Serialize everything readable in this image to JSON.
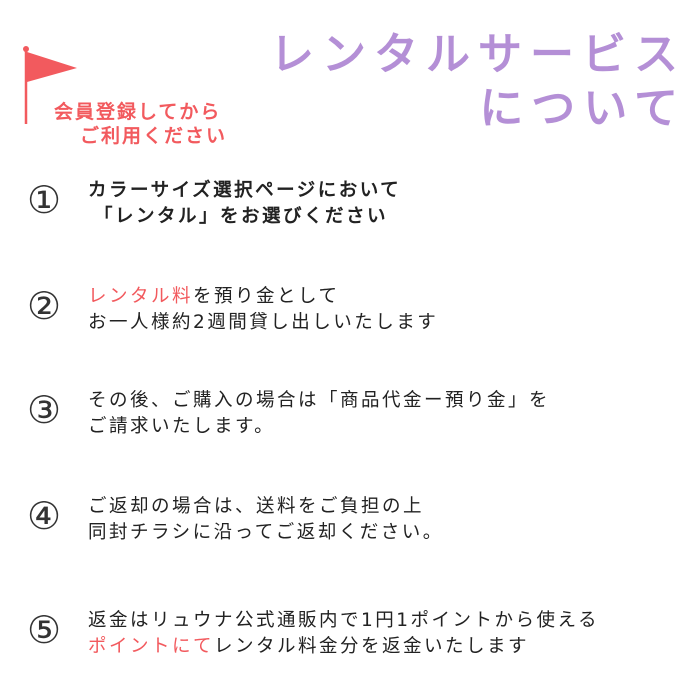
{
  "colors": {
    "title": "#b48fd6",
    "accent": "#f25a5e",
    "text": "#222222",
    "flag": "#f25a5e"
  },
  "header": {
    "flag_icon": "flag-icon",
    "notice_line1": "会員登録してから",
    "notice_line2": "ご利用ください",
    "title_line1": "レンタルサービス",
    "title_line2": "について"
  },
  "steps": [
    {
      "number": "①",
      "line1": "カラーサイズ選択ページにおいて",
      "line2": "「レンタル」をお選びください"
    },
    {
      "number": "②",
      "line1_highlight": "レンタル料",
      "line1_rest": "を預り金として",
      "line2": "お一人様約2週間貸し出しいたします"
    },
    {
      "number": "③",
      "line1": "その後、ご購入の場合は「商品代金ー預り金」を",
      "line2": "ご請求いたします。"
    },
    {
      "number": "④",
      "line1": "ご返却の場合は、送料をご負担の上",
      "line2": "同封チラシに沿ってご返却ください。"
    },
    {
      "number": "⑤",
      "line1": "返金はリュウナ公式通販内で1円1ポイントから使える",
      "line2_highlight": "ポイントにて",
      "line2_rest": "レンタル料金分を返金いたします"
    }
  ]
}
